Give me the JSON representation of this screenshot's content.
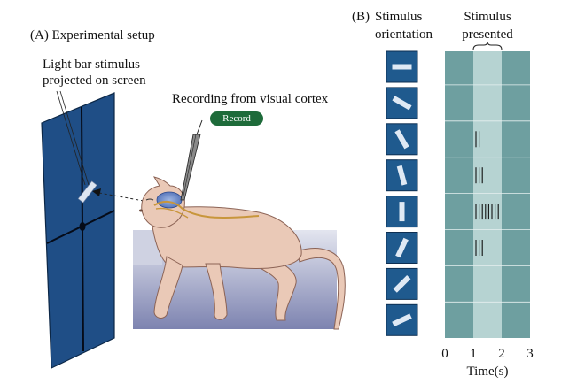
{
  "panel_a": {
    "title": "(A) Experimental setup",
    "stimulus_label_line1": "Light bar stimulus",
    "stimulus_label_line2": "projected on screen",
    "recording_label": "Recording from visual cortex",
    "record_tag": "Record"
  },
  "panel_b": {
    "prefix": "(B)",
    "orientation_header_line1": "Stimulus",
    "orientation_header_line2": "orientation",
    "presented_header_line1": "Stimulus",
    "presented_header_line2": "presented",
    "orientations_deg": [
      0,
      30,
      60,
      75,
      90,
      115,
      135,
      155
    ],
    "spike_counts": [
      0,
      0,
      2,
      3,
      8,
      3,
      0,
      0
    ],
    "x_ticks": [
      "0",
      "1",
      "2",
      "3"
    ],
    "x_label": "Time(s)",
    "stimulus_window_s": [
      1,
      2
    ],
    "colors": {
      "screen": "#1f4e86",
      "orientation_tile": "#1f5a8e",
      "raster_bg": "#6e9fa0",
      "raster_highlight": "#b6d3d2",
      "record_tag": "#1e6b3a",
      "cat": "#eac9b7"
    }
  }
}
